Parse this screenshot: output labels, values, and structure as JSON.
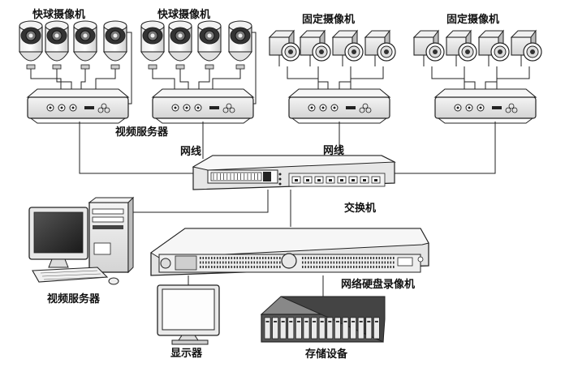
{
  "group_titles": [
    "快球摄像机",
    "快球摄像机",
    "固定摄像机",
    "固定摄像机"
  ],
  "labels": {
    "video_server_top": "视频服务器",
    "network_left": "网线",
    "network_right": "网线",
    "switch": "交换机",
    "video_server_bottom": "视频服务器",
    "nvr": "网络硬盘录像机",
    "monitor": "显示器",
    "storage": "存储设备"
  }
}
